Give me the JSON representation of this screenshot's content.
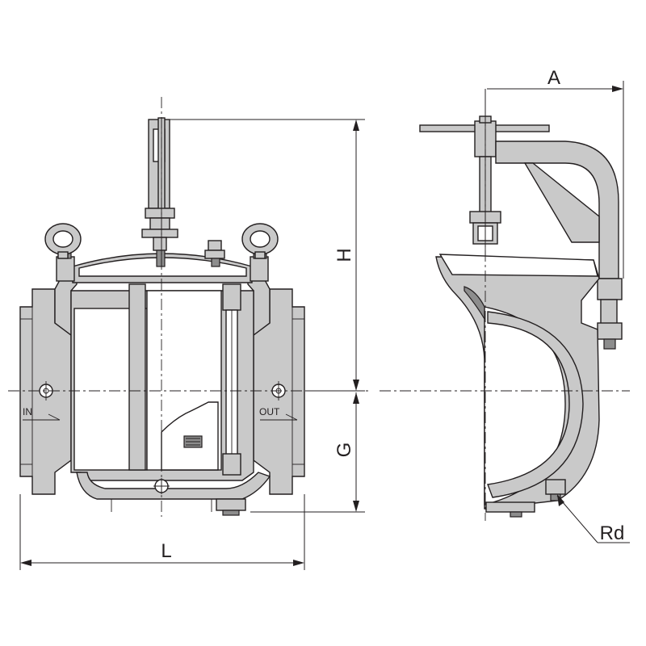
{
  "dimensions": {
    "a": "A",
    "h": "H",
    "g": "G",
    "l": "L",
    "rd": "Rd"
  },
  "flow": {
    "inlet": "IN",
    "outlet": "OUT"
  }
}
